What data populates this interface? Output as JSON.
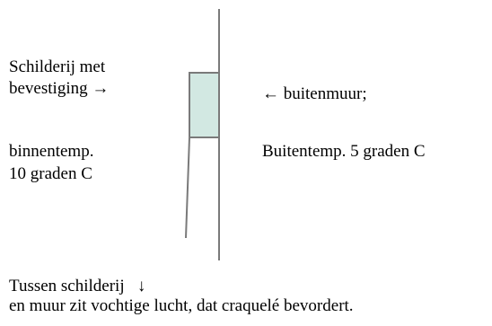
{
  "labels": {
    "painting_line1": "Schilderij met",
    "painting_line2": "bevestiging →",
    "outer_wall": "← buitenmuur;",
    "inside_temp_line1": "binnentemp.",
    "inside_temp_line2": "10 graden C",
    "outside_temp": "Buitentemp. 5 graden C",
    "gap_line1": "Tussen schilderij   ↓",
    "gap_line2": "en muur zit vochtige lucht, dat craquelé bevordert."
  },
  "colors": {
    "painting_fill": "#d2e8e2",
    "painting_stroke": "#7a7a7a",
    "lines": "#7a7a7a",
    "text": "#000000"
  }
}
